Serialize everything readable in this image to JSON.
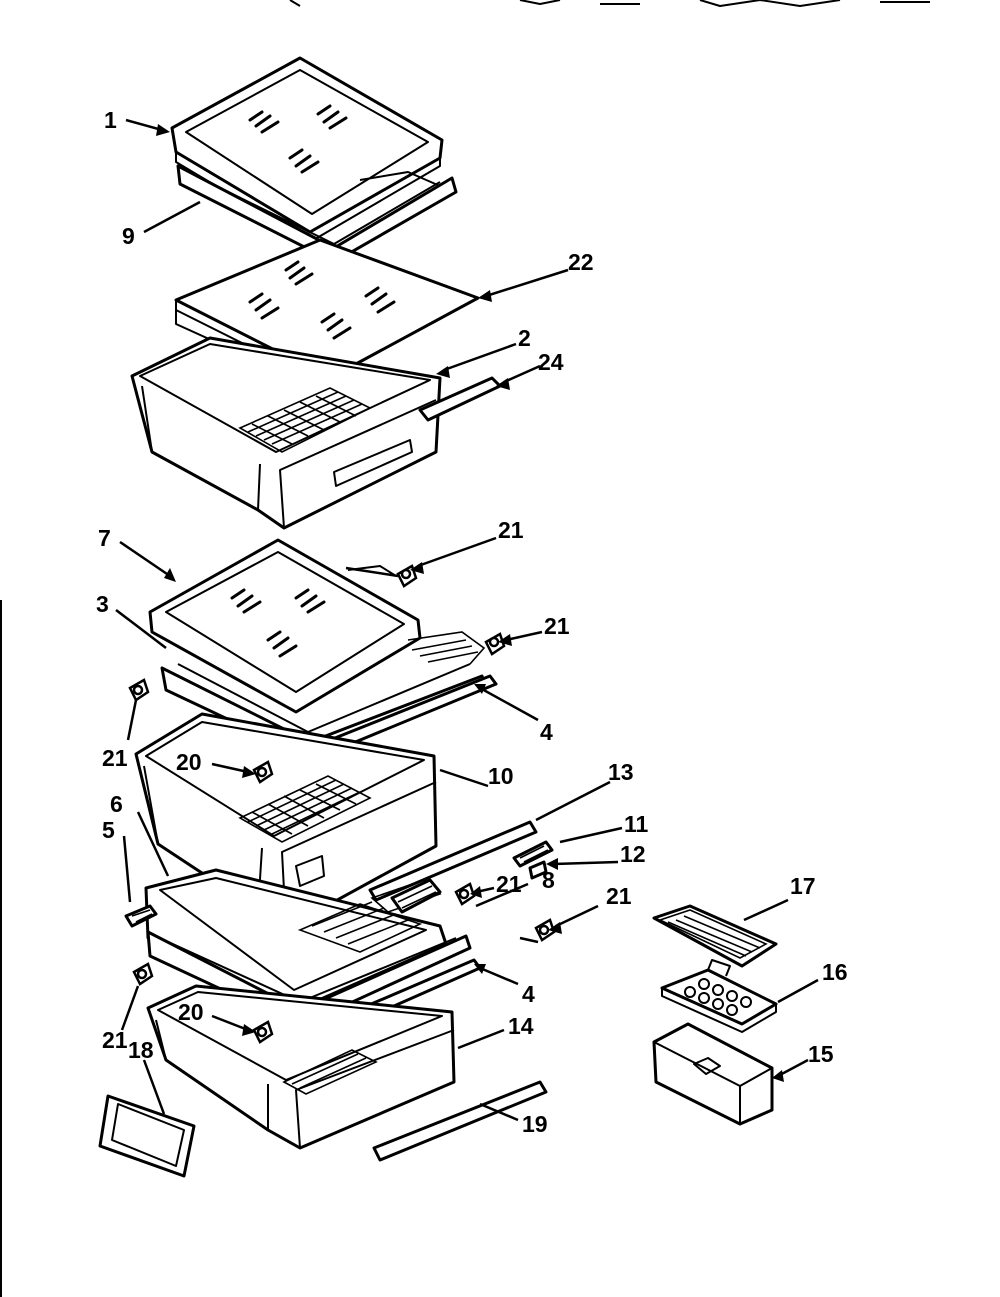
{
  "diagram": {
    "callouts": {
      "c1": "1",
      "c9": "9",
      "c22": "22",
      "c2": "2",
      "c24": "24",
      "c7": "7",
      "c21a": "21",
      "c3": "3",
      "c21b": "21",
      "c21c": "21",
      "c4a": "4",
      "c20a": "20",
      "c10": "10",
      "c13": "13",
      "c11": "11",
      "c6": "6",
      "c12": "12",
      "c5": "5",
      "c8": "8",
      "c21d": "21",
      "c21e": "21",
      "c17": "17",
      "c4b": "4",
      "c16": "16",
      "c21f": "21",
      "c18": "18",
      "c20b": "20",
      "c14": "14",
      "c15": "15",
      "c19": "19"
    }
  }
}
